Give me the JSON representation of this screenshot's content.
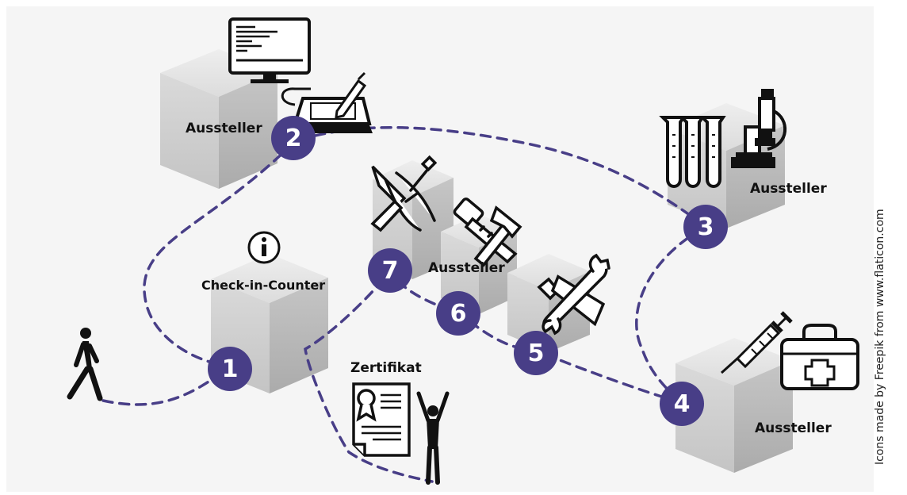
{
  "labels": {
    "exhibitor": "Aussteller",
    "checkin": "Check-in-Counter",
    "certificate": "Zertifikat"
  },
  "steps": [
    "1",
    "2",
    "3",
    "4",
    "5",
    "6",
    "7"
  ],
  "credit": "Icons made by Freepik from www.flaticon.com",
  "colors": {
    "route": "#483e87",
    "step_fill": "#483e87",
    "background": "#f5f5f5",
    "cube_top": "#e6e6e6",
    "cube_left": "#d0d0d0",
    "cube_right": "#bdbdbd"
  },
  "icons": [
    "walking-person-icon",
    "info-icon",
    "monitor-icon",
    "drawing-tablet-icon",
    "test-tubes-icon",
    "microscope-icon",
    "syringe-icon",
    "first-aid-kit-icon",
    "pliers-screwdriver-icon",
    "saw-hammer-icon",
    "wrench-icon",
    "certificate-icon",
    "cheering-person-icon"
  ]
}
